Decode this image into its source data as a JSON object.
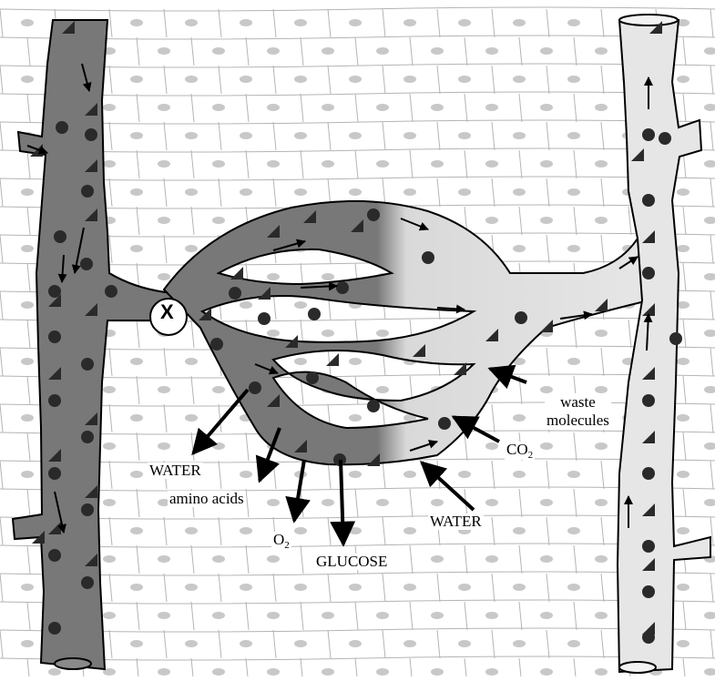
{
  "marker": {
    "label": "X"
  },
  "labels": {
    "water_left": "WATER",
    "amino_acids": "amino acids",
    "oxygen_main": "O",
    "oxygen_sub": "2",
    "glucose": "GLUCOSE",
    "water_right": "WATER",
    "co2_main": "CO",
    "co2_sub": "2",
    "waste_line1": "waste",
    "waste_line2": "molecules"
  },
  "colors": {
    "artery_dark": "#787878",
    "vein_light": "#e6e6e6",
    "tissue_line": "#b4b4b4",
    "tissue_nucleus": "#c8c8c8",
    "particle": "#2a2a2a",
    "outline": "#000000"
  }
}
